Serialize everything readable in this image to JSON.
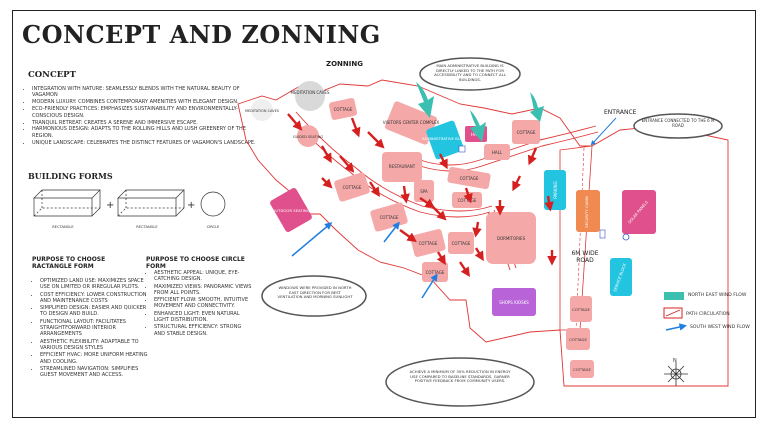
{
  "title": "CONCEPT AND ZONNING",
  "concept": {
    "heading": "CONCEPT",
    "items": [
      "INTEGRATION WITH NATURE: SEAMLESSLY BLENDS WITH THE NATURAL BEAUTY OF VAGAMON",
      "MODERN LUXURY: COMBINES CONTEMPORARY AMENITIES WITH ELEGANT DESIGN.",
      "ECO-FRIENDLY PRACTICES: EMPHASIZES SUSTAINABILITY AND ENVIRONMENTALLY-CONSCIOUS DESIGN.",
      "TRANQUIL RETREAT: CREATES A SERENE AND IMMERSIVE ESCAPE.",
      "HARMONIOUS DESIGN: ADAPTS TO THE ROLLING HILLS AND LUSH GREENERY OF THE REGION.",
      "UNIQUE LANDSCAPE: CELEBRATES THE DISTINCT FEATURES OF VAGAMON'S LANDSCAPE."
    ]
  },
  "building_forms": {
    "heading": "BUILDING FORMS",
    "labels": [
      "RECTANGLE",
      "RECTANGLE",
      "CIRCLE"
    ],
    "plus": "+"
  },
  "rectangle": {
    "heading": "PURPOSE TO CHOOSE RACTANGLE FORM",
    "items": [
      "OPTIMIZED LAND USE: MAXIMIZES SPACE USE ON LIMITED OR IRREGULAR PLOTS.",
      "COST EFFICIENCY: LOWER CONSTRUCTION AND MAINTENANCE COSTS",
      "SIMPLIFIED DESIGN: EASIER AND QUICKER TO DESIGN AND BUILD.",
      "FUNCTIONAL LAYOUT: FACILITATES STRAIGHTFORWARD INTERIOR ARRANGEMENTS",
      "AESTHETIC FLEXIBILITY: ADAPTABLE TO VARIOUS DESIGN STYLES",
      "EFFICIENT HVAC: MORE UNIFORM HEATING AND COOLING.",
      "STREAMLINED NAVIGATION: SIMPLIFIES GUEST MOVEMENT AND ACCESS."
    ]
  },
  "circle": {
    "heading": "PURPOSE TO CHOOSE CIRCLE FORM",
    "items": [
      "AESTHETIC APPEAL: UNIQUE, EYE-CATCHING DESIGN.",
      "MAXIMIZED VIEWS: PANORAMIC VIEWS FROM ALL POINTS.",
      "EFFICIENT FLOW: SMOOTH, INTUITIVE MOVEMENT AND CONNECTIVITY.",
      "ENHANCED LIGHT: EVEN NATURAL LIGHT DISTRIBUTION.",
      "STRUCTURAL EFFICIENCY: STRONG AND STABLE DESIGN."
    ]
  },
  "zoning": {
    "heading": "ZONNING",
    "zones": {
      "meditation_caves": "MEDITATION CAVES",
      "meditation_caves_2": "MEDITATION CAVES",
      "guided_seating": "GUIDED SEATING",
      "cottage_1": "COTTAGE",
      "visitor_center": "VISITORS CENTER COMPLEX",
      "admin": "ADMINISTRATIVE BLOCK",
      "hall_1": "HALL",
      "hall_2": "HALL",
      "cottage_top": "COTTAGE",
      "restaurant": "RESTAURANT",
      "spa": "SPA",
      "cottage_mid": "COTTAGE",
      "cottage_2": "COTTAGE",
      "cottage_3": "COTTAGE",
      "cottage_4": "COTTAGE",
      "cottage_5": "COTTAGE",
      "cottage_6": "COTTAGE",
      "cottage_7": "COTTAGE",
      "dormitories": "DORMITORIES",
      "shops": "SHOPS KIOSKS",
      "outdoor_seating": "OUTDOOR SEATING",
      "parking": "PARKING",
      "security": "SECURITY CABIN",
      "solar": "SOLAR PANELS",
      "service": "SERVICE BLOCK",
      "cottage_r1": "COTTAGE",
      "cottage_r2": "COTTAGE",
      "cottage_r3": "COTTAGE"
    },
    "road": "6M WIDE ROAD",
    "entrance": "ENTRANCE",
    "notes": {
      "admin_note": "MAIN ADMINISTRATIVE BUILDING IS DIRECTLY LINKED TO THE PATH FOR ACCESSIBILITY AND TO CONNECT ALL BUILDINGS.",
      "entrance_note": "ENTRANCE CONNECTED TO THE 6 M ROAD",
      "windows_note": "WINDOWS WERE PROVIDED IN NORTH EAST DIRECTION FOR BEST VENTILATION AND MORNING SUNLIGHT",
      "energy_note": "ACHIEVE A MINIMUM OF 30% REDUCTION IN ENERGY USE COMPARED TO BASELINE STANDARDS, GARNER POSITIVE FEEDBACK FROM COMMUNITY USERS."
    },
    "legend": {
      "ne_wind": "NORTH EAST WIND FLOW",
      "path": "PATH CIRCULATION",
      "sw_wind": "SOUTH WEST WIND FLOW"
    },
    "compass_letter": "N"
  },
  "colors": {
    "zone_pink": "#f4a8a8",
    "teal_arrow": "#3bbfb0",
    "red_arrow": "#d62020",
    "blue_arrow": "#1e7fe0",
    "orange": "#f08a50",
    "magenta": "#e0508c",
    "cyan": "#22c4e0",
    "purple": "#b864d8"
  }
}
